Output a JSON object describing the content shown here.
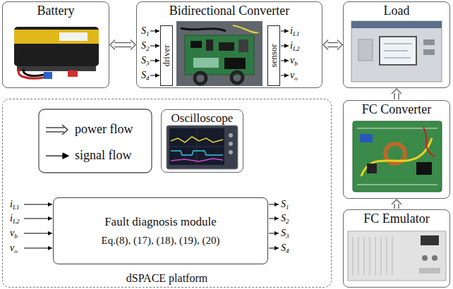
{
  "diagram": {
    "nodes": [
      {
        "text": [
          "Battery"
        ]
      },
      {
        "text": [
          "Bidirectional Converter"
        ]
      },
      {
        "text": [
          "driver"
        ],
        "in": 1
      },
      {
        "text": [
          "sensor"
        ],
        "in": 1
      },
      {
        "text": [
          "Load"
        ]
      },
      {
        "text": [
          "dSPACE platform"
        ]
      },
      {
        "text": [
          "Oscilloscope"
        ],
        "in": 5
      },
      {
        "text": [
          "Fault diagnosis module",
          "Eq.(8), (17), (18), (19), (20)"
        ],
        "in": 5
      },
      {
        "text": [
          "FC Converter"
        ]
      },
      {
        "text": [
          "FC Emulator"
        ]
      }
    ],
    "edges": [
      {
        "from": 0,
        "to": 1,
        "arrow": "both"
      },
      {
        "from": 1,
        "to": 4,
        "arrow": "both"
      },
      {
        "from": 8,
        "to": 4,
        "arrow": "to"
      },
      {
        "from": 9,
        "to": 8,
        "arrow": "to"
      }
    ],
    "labels": [
      "S1",
      "S2",
      "S3",
      "S4",
      "iL1",
      "iL2",
      "vb",
      "vo",
      "iL1",
      "iL2",
      "vb",
      "vo",
      "S1",
      "S2",
      "S3",
      "S4"
    ],
    "legend": [
      {
        "text": "power flow"
      },
      {
        "text": "signal flow"
      }
    ]
  }
}
